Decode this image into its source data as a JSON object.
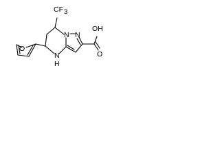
{
  "molecule": {
    "atoms": {
      "cf3": "CF",
      "cf3_sub": "3",
      "n_bridge": "N",
      "n_pyrazole": "N",
      "oh_group": "OH",
      "o_carbonyl": "O",
      "nh": "N",
      "h_on_n": "H",
      "o_furan": "O"
    }
  }
}
